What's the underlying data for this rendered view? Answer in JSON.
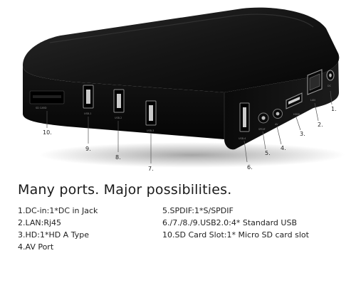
{
  "headline": "Many ports. Major possibilities.",
  "callouts": {
    "c1": "1.",
    "c2": "2.",
    "c3": "3.",
    "c4": "4.",
    "c5": "5.",
    "c6": "6.",
    "c7": "7.",
    "c8": "8.",
    "c9": "9.",
    "c10": "10."
  },
  "port_labels": {
    "sd": "SD CARD",
    "usb1": "USB-1",
    "usb2": "USB-2",
    "usb3": "USB-3",
    "usb4": "USB-4",
    "spdif": "SPDIF",
    "av": "AV",
    "hdmi": "HDMI",
    "lan": "LAN",
    "dc": "DC"
  },
  "specs_left": [
    "1.DC-in:1*DC in Jack",
    "2.LAN:Rj45",
    "3.HD:1*HD A Type",
    "4.AV Port"
  ],
  "specs_right": [
    "5.SPDIF:1*S/SPDIF",
    "6./7./8./9.USB2.0:4* Standard USB",
    "10.SD Card Slot:1* Micro SD card slot"
  ]
}
